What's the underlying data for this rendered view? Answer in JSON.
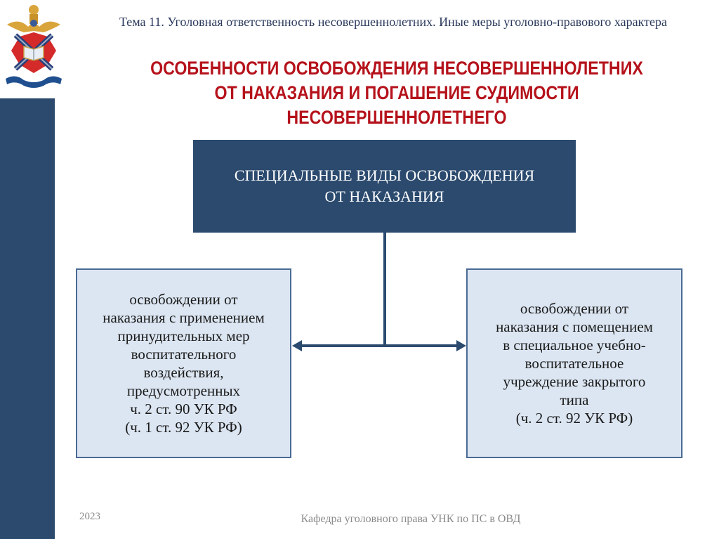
{
  "header": {
    "topic": "Тема 11. Уголовная ответственность несовершеннолетних.  Иные меры уголовно-правового характера",
    "title_lines": [
      "ОСОБЕННОСТИ ОСВОБОЖДЕНИЯ НЕСОВЕРШЕННОЛЕТНИХ",
      "ОТ НАКАЗАНИЯ И ПОГАШЕНИЕ СУДИМОСТИ",
      "НЕСОВЕРШЕННОЛЕТНЕГО"
    ]
  },
  "diagram": {
    "root": {
      "lines": [
        "СПЕЦИАЛЬНЫЕ ВИДЫ ОСВОБОЖДЕНИЯ",
        "ОТ НАКАЗАНИЯ"
      ]
    },
    "left": {
      "lines": [
        "освобождении от",
        "наказания с применением",
        "принудительных мер",
        "воспитательного",
        "воздействия,",
        "предусмотренных",
        "ч. 2 ст. 90 УК РФ",
        "(ч. 1 ст. 92 УК РФ)"
      ]
    },
    "right": {
      "lines": [
        "освобождении от",
        "наказания с помещением",
        "в специальное учебно-",
        "воспитательное",
        "учреждение закрытого",
        "типа",
        "(ч. 2 ст. 92 УК РФ)"
      ]
    },
    "colors": {
      "primary": "#2b4a6e",
      "box_fill": "#dce6f2",
      "title_red": "#b5121b"
    }
  },
  "footer": {
    "year": "2023",
    "department": "Кафедра уголовного права УНК по ПС в ОВД"
  },
  "icons": {
    "logo": "emblem-icon"
  }
}
